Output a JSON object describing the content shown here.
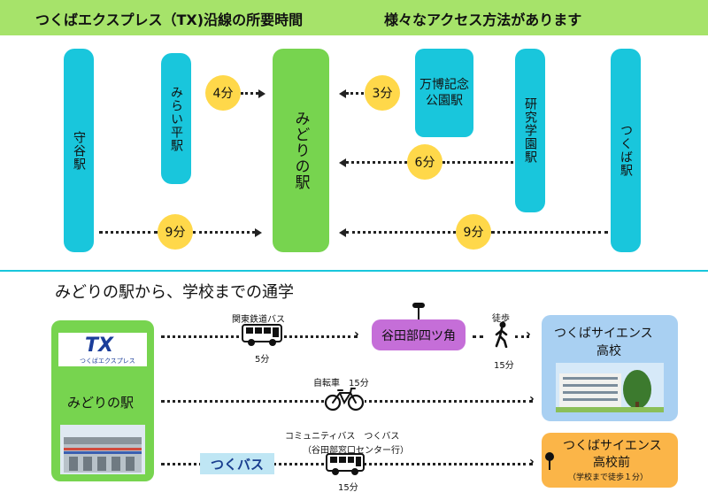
{
  "header": {
    "title_left": "つくばエクスプレス（TX)沿線の所要時間",
    "title_right": "様々なアクセス方法があります"
  },
  "stations": {
    "moriya": "守谷駅",
    "miraidaira": "みらい平駅",
    "midorino": "みどりの駅",
    "banpaku": "万博記念公園駅",
    "kenkyu": "研究学園駅",
    "tsukuba": "つくば駅"
  },
  "times": {
    "miraidaira": "4分",
    "banpaku": "3分",
    "kenkyu": "6分",
    "moriya": "9分",
    "tsukuba": "9分"
  },
  "section2": {
    "title": "みどりの駅から、学校までの通学"
  },
  "origin": {
    "logo": "TX",
    "logo_sub": "つくばエクスプレス",
    "name": "みどりの駅"
  },
  "routes": {
    "bus1_label": "関東鉄道バス",
    "bus1_time": "5分",
    "stop_name": "谷田部四ツ角",
    "walk_label": "徒歩",
    "walk_time": "15分",
    "bike_label": "自転車　15分",
    "community_label": "コミュニティバス　つくバス",
    "community_sub": "（谷田部窓口センター行）",
    "community_time": "15分",
    "tsukubus_logo": "つくバス"
  },
  "destinations": {
    "school_name": "つくばサイエンス高校",
    "school_line1": "つくばサイエンス",
    "school_line2": "高校",
    "stop_line1": "つくばサイエンス",
    "stop_line2": "高校前",
    "stop_note": "（学校まで徒歩１分）"
  },
  "colors": {
    "header": "#a6e36a",
    "rail": "#19c6dc",
    "midorino": "#77d44f",
    "time_badge": "#ffd84a",
    "stop_box": "#c56ed8",
    "school_box": "#a9d0f2",
    "bus_stop_box": "#fbb548",
    "tsukubus_bg": "#bfe6f4"
  }
}
